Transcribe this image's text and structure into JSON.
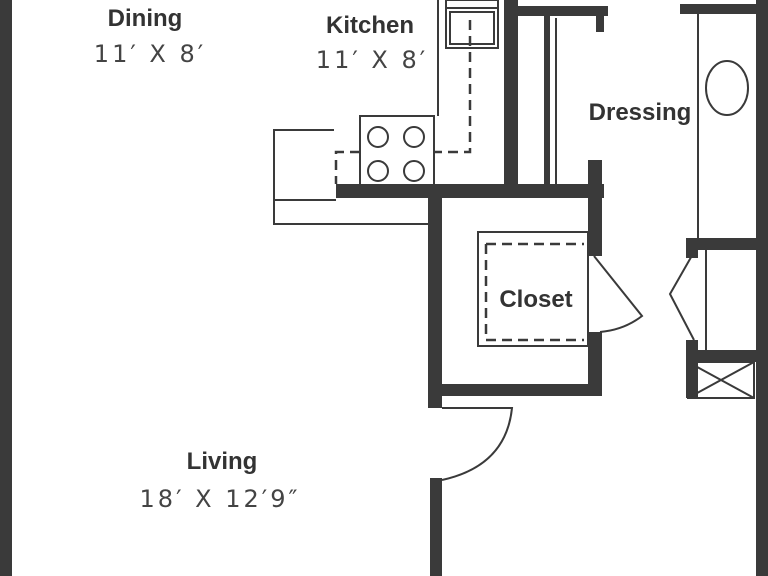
{
  "rooms": {
    "dining": {
      "name": "Dining",
      "dims": "11′ X 8′"
    },
    "kitchen": {
      "name": "Kitchen",
      "dims": "11′ X 8′"
    },
    "dressing": {
      "name": "Dressing"
    },
    "closet": {
      "name": "Closet"
    },
    "living": {
      "name": "Living",
      "dims": "18′ X 12′9″"
    }
  },
  "colors": {
    "wall": "#3a3a3a",
    "text": "#333333",
    "background": "#ffffff"
  },
  "icons": [
    "stove-icon",
    "sink-icon",
    "washer-dryer-icon",
    "door-swing-icon"
  ]
}
